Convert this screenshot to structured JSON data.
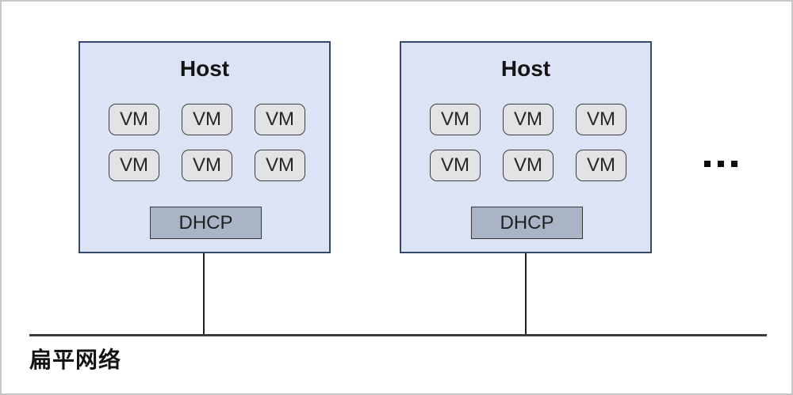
{
  "diagram": {
    "network_label": "扁平网络",
    "ellipsis": "...",
    "hosts": [
      {
        "title": "Host",
        "vms": [
          "VM",
          "VM",
          "VM",
          "VM",
          "VM",
          "VM"
        ],
        "dhcp": "DHCP"
      },
      {
        "title": "Host",
        "vms": [
          "VM",
          "VM",
          "VM",
          "VM",
          "VM",
          "VM"
        ],
        "dhcp": "DHCP"
      }
    ],
    "colors": {
      "host_fill": "#dbe3f4",
      "host_border": "#35486e",
      "vm_fill": "#e2e3e5",
      "vm_border": "#3f3f3f",
      "dhcp_fill": "#a9b5c7",
      "dhcp_border": "#363636",
      "network_line": "#3c3c3c",
      "text": "#1a1a1a"
    }
  }
}
